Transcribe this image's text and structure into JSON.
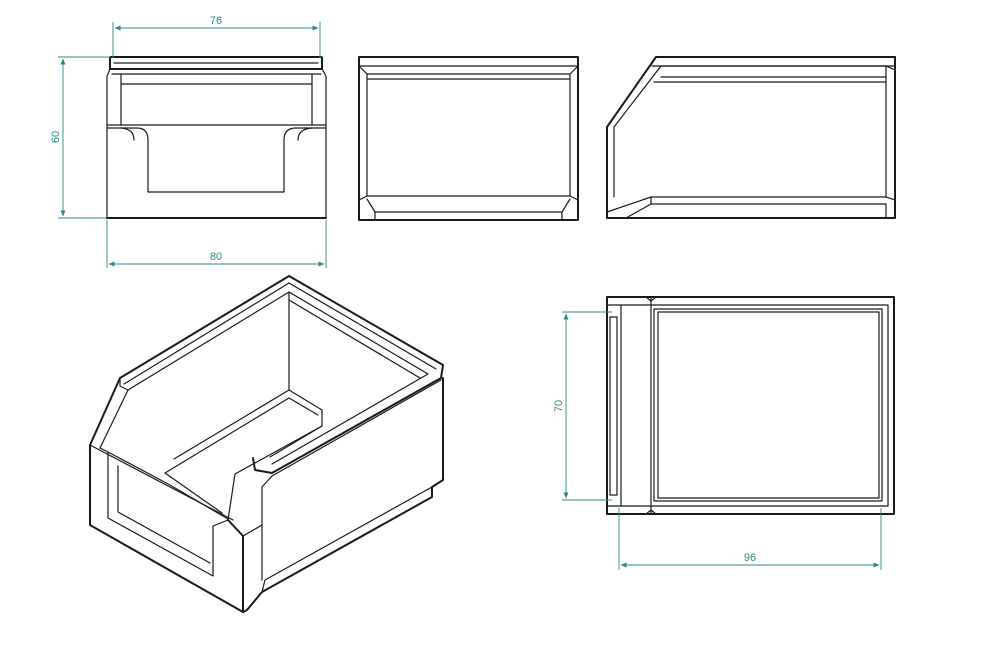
{
  "colors": {
    "line": "#1a1a1a",
    "dimension": "#2b8a8a",
    "background": "#ffffff"
  },
  "dimensions": {
    "front_width_top": "76",
    "front_height": "60",
    "front_width_bottom": "80",
    "top_depth": "70",
    "top_length": "96"
  }
}
